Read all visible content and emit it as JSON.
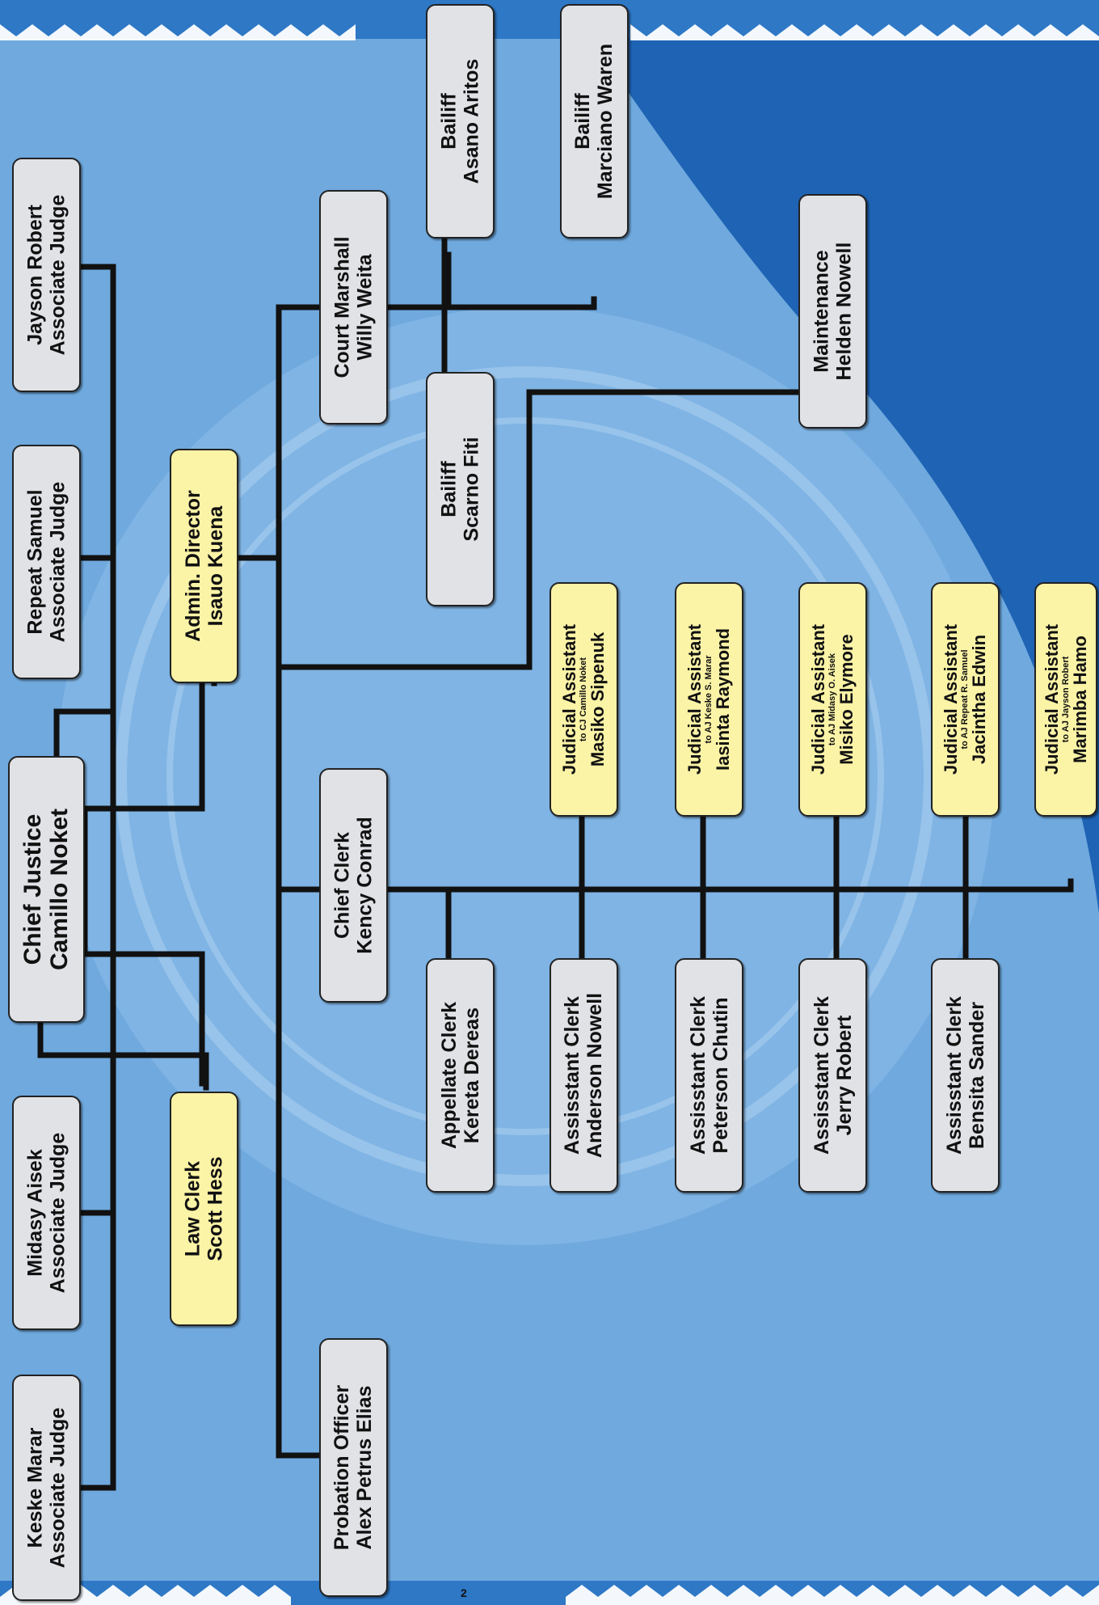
{
  "colors": {
    "background": "#6fa9de",
    "dark_blue": "#1e63b4",
    "seal": "#8fbfe9",
    "gray_box": "#e1e2e6",
    "yellow_box": "#fbf3a6",
    "connector": "#111111"
  },
  "page_number": "2",
  "boxes": {
    "chief_justice": {
      "line1": "Chief Justice",
      "line2": "Camillo Noket"
    },
    "keske_marar": {
      "line1": "Keske Marar",
      "line2": "Associate Judge"
    },
    "midasy_aisek": {
      "line1": "Midasy Aisek",
      "line2": "Associate Judge"
    },
    "repeat_samuel": {
      "line1": "Repeat Samuel",
      "line2": "Associate Judge"
    },
    "jayson_robert": {
      "line1": "Jayson Robert",
      "line2": "Associate Judge"
    },
    "law_clerk": {
      "line1": "Law Clerk",
      "line2": "Scott Hess"
    },
    "admin_director": {
      "line1": "Admin. Director",
      "line2": "Isauo Kuena"
    },
    "probation_officer": {
      "line1": "Probation Officer",
      "line2": "Alex Petrus Elias"
    },
    "chief_clerk": {
      "line1": "Chief Clerk",
      "line2": "Kency Conrad"
    },
    "court_marshall": {
      "line1": "Court Marshall",
      "line2": "Willy Weita"
    },
    "bailiff_asano": {
      "line1": "Bailiff",
      "line2": "Asano Aritos"
    },
    "bailiff_marciano": {
      "line1": "Bailiff",
      "line2": "Marciano Waren"
    },
    "bailiff_scarno": {
      "line1": "Bailiff",
      "line2": "Scarno Fiti"
    },
    "maintenance": {
      "line1": "Maintenance",
      "line2": "Helden Nowell"
    },
    "appellate_clerk": {
      "line1": "Appellate Clerk",
      "line2": "Kereta Dereas"
    },
    "asst_clerk_anderson": {
      "line1": "Assisstant Clerk",
      "line2": "Anderson Nowell"
    },
    "asst_clerk_peterson": {
      "line1": "Assisstant Clerk",
      "line2": "Peterson Chutin"
    },
    "asst_clerk_jerry": {
      "line1": "Assisstant Clerk",
      "line2": "Jerry Robert"
    },
    "asst_clerk_bensita": {
      "line1": "Assisstant Clerk",
      "line2": "Bensita Sander"
    },
    "ja_masiko": {
      "line1": "Judicial Assistant",
      "small": "to CJ Camillo Noket",
      "line2": "Masiko Sipenuk"
    },
    "ja_iasinta": {
      "line1": "Judicial Assistant",
      "small": "to AJ Keske S. Marar",
      "line2": "Iasinta Raymond"
    },
    "ja_misiko": {
      "line1": "Judicial Assistant",
      "small": "to AJ Midasy O. Aisek",
      "line2": "Misiko Elymore"
    },
    "ja_jacintha": {
      "line1": "Judicial Assistant",
      "small": "to AJ Repeat R. Samuel",
      "line2": "Jacintha Edwin"
    },
    "ja_marimba": {
      "line1": "Judicial Assistant",
      "small": "to AJ Jayson Robert",
      "line2": "Marimba Hamo"
    }
  }
}
